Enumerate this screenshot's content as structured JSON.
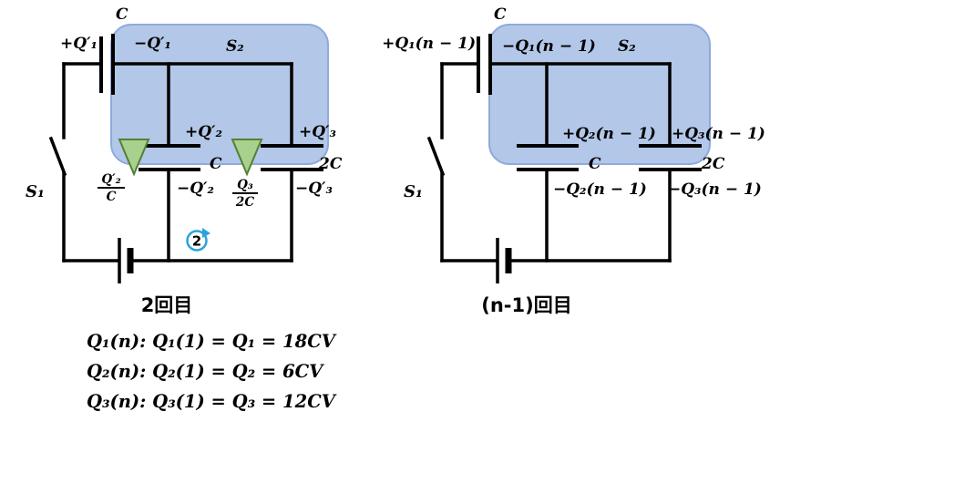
{
  "colors": {
    "highlight_fill": "#b3c7e8",
    "highlight_stroke": "#8faadc",
    "triangle_fill": "#a9d18e",
    "triangle_stroke": "#538135",
    "loop_arrow": "#29a3dc"
  },
  "left_circuit": {
    "top_cap_label": "C",
    "top_cap_plus": "+Q′₁",
    "top_cap_minus": "−Q′₁",
    "switch_top_label": "S₂",
    "mid_cap_plus": "+Q′₂",
    "mid_cap_value": "C",
    "mid_cap_minus": "−Q′₂",
    "right_cap_plus": "+Q′₃",
    "right_cap_value": "2C",
    "right_cap_minus": "−Q′₃",
    "fraction1_num": "Q′₂",
    "fraction1_den": "C",
    "fraction2_num": "Q₃",
    "fraction2_den": "2C",
    "switch_left_label": "S₁",
    "loop_label": "2",
    "caption": "2回目"
  },
  "right_circuit": {
    "top_cap_label": "C",
    "top_cap_plus": "+Q₁(n − 1)",
    "top_cap_minus": "−Q₁(n − 1)",
    "switch_top_label": "S₂",
    "mid_cap_plus": "+Q₂(n − 1)",
    "mid_cap_value": "C",
    "mid_cap_minus": "−Q₂(n − 1)",
    "right_cap_plus": "+Q₃(n − 1)",
    "right_cap_value": "2C",
    "right_cap_minus": "−Q₃(n − 1)",
    "switch_left_label": "S₁",
    "caption": "(n-1)回目"
  },
  "equations": [
    "Q₁(n): Q₁(1) = Q₁ = 18CV",
    "Q₂(n): Q₂(1) = Q₂ = 6CV",
    "Q₃(n): Q₃(1) = Q₃ = 12CV"
  ]
}
